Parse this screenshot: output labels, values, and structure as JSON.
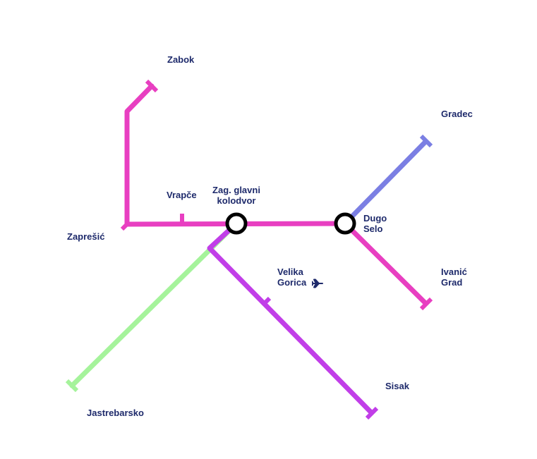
{
  "colors": {
    "background": "#ffffff",
    "label_text": "#1e2a6b",
    "line_main": "#e83fc1",
    "line_sisak": "#c13ee8",
    "line_jastrebarsko": "#a5f39b",
    "line_gradec": "#7b7fe3",
    "hub_stroke": "#000000",
    "hub_fill": "#ffffff"
  },
  "stations": {
    "zabok": "Zabok",
    "vrapce": "Vrapče",
    "zapresic": "Zaprešić",
    "zag_glavni_line1": "Zag. glavni",
    "zag_glavni_line2": "kolodvor",
    "dugo_selo_line1": "Dugo",
    "dugo_selo_line2": "Selo",
    "gradec": "Gradec",
    "velika_gorica_line1": "Velika",
    "velika_gorica_line2": "Gorica",
    "ivanic_grad_line1": "Ivanić",
    "ivanic_grad_line2": "Grad",
    "sisak": "Sisak",
    "jastrebarsko": "Jastrebarsko"
  },
  "icons": {
    "airport": "airplane-icon"
  }
}
